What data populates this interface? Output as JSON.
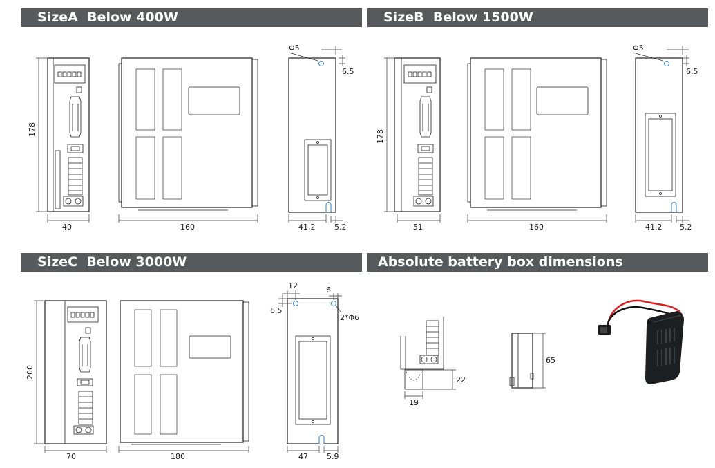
{
  "headers": {
    "size_a": "SizeA  Below 400W",
    "size_b": "SizeB  Below 1500W",
    "size_c": "SizeC  Below 3000W",
    "battery": "Absolute battery box dimensions"
  },
  "size_a": {
    "height": "178",
    "front_width": "40",
    "depth": "160",
    "hole_dia": "Φ5",
    "hole_offset": "6.5",
    "back_width": "41.2",
    "back_offset": "5.2"
  },
  "size_b": {
    "height": "178",
    "front_width": "51",
    "depth": "160",
    "hole_dia": "Φ5",
    "hole_offset": "6.5",
    "back_width": "41.2",
    "back_offset": "5.2"
  },
  "size_c": {
    "height": "200",
    "front_width": "70",
    "depth": "180",
    "hole_left": "12",
    "hole_right": "6",
    "hole_offset": "6.5",
    "hole_dia": "2*Φ6",
    "back_width": "47",
    "back_offset": "5.9"
  },
  "battery": {
    "clip_height": "22",
    "clip_width": "19",
    "box_height": "65"
  },
  "colors": {
    "header_bg": "#58595b",
    "header_text": "#ffffff",
    "hole_blue": "#3c8bd6"
  }
}
